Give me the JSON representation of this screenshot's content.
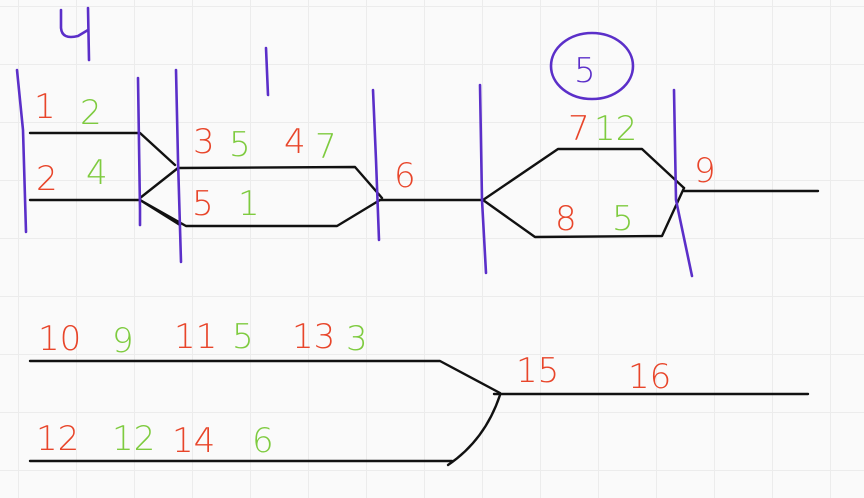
{
  "colors": {
    "red": "#e8452a",
    "green": "#7ecb3f",
    "purple": "#5b2fc9",
    "black": "#111111"
  },
  "labels": {
    "top_left_header": "4",
    "middle_header": "1",
    "circled_header": "5",
    "left_row1_red": "1",
    "left_row1_green": "2",
    "left_row2_red": "2",
    "left_row2_green": "4",
    "upper_branch_a_red": "3",
    "upper_branch_a_green": "5",
    "upper_branch_b_red": "4",
    "upper_branch_b_green": "7",
    "lower_branch_red": "5",
    "lower_branch_green": "1",
    "merge_value": "6",
    "right_upper_red": "7",
    "right_upper_green": "12",
    "right_lower_red": "8",
    "right_lower_green": "5",
    "right_output": "9",
    "bottom_upper": [
      "10",
      "9",
      "11",
      "5",
      "13",
      "3"
    ],
    "bottom_lower": [
      "12",
      "12",
      "14",
      "6"
    ],
    "bottom_merge_red": "15",
    "bottom_right_red": "16"
  }
}
